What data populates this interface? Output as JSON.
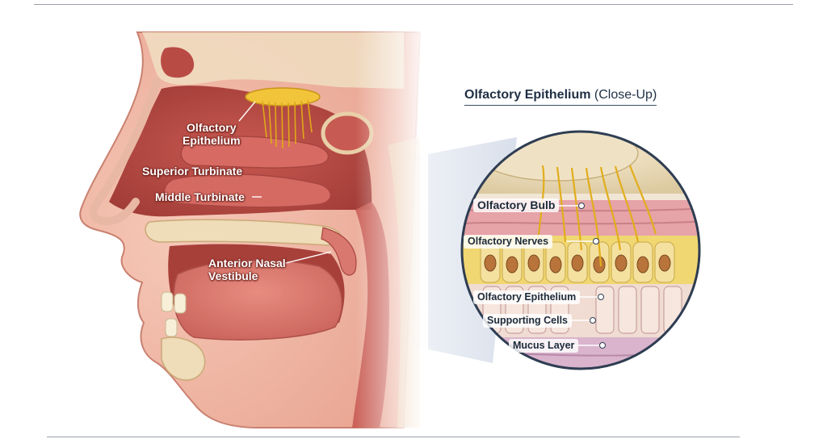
{
  "sagittal_labels": {
    "olfactory_epithelium": [
      "Olfactory",
      "Epithelium"
    ],
    "superior_turbinate": "Superior Turbinate",
    "middle_turbinate": "Middle Turbinate",
    "anterior_nasal_vestibule": [
      "Anterior Nasal",
      "Vestibule"
    ]
  },
  "closeup": {
    "title_bold": "Olfactory Epithelium",
    "title_suffix": "(Close-Up)",
    "labels": {
      "olfactory_bulb": "Olfactory Bulb",
      "olfactory_nerves": "Olfactory Nerves",
      "olfactory_epithelium": "Olfactory Epithelium",
      "supporting_cells": "Supporting Cells",
      "mucus_layer": "Mucus Layer"
    }
  },
  "colors": {
    "tissue": "#d9726a",
    "cavity": "#b84a45",
    "bone": "#ead8b0",
    "nerve": "#e8b824",
    "accent_line": "#3b4c60"
  }
}
